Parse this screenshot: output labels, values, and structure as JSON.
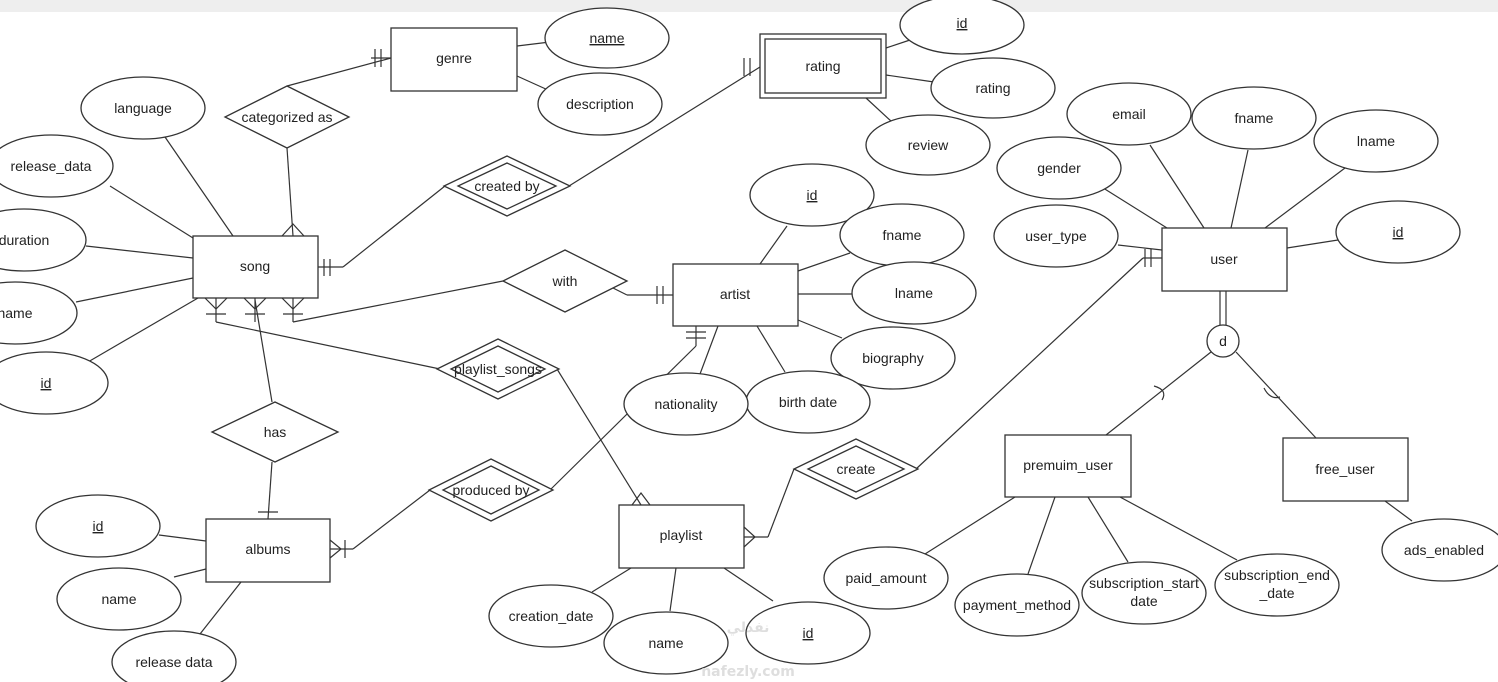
{
  "entities": {
    "genre": "genre",
    "rating": "rating",
    "song": "song",
    "artist": "artist",
    "user": "user",
    "albums": "albums",
    "playlist": "playlist",
    "premium_user": "premuim_user",
    "free_user": "free_user"
  },
  "relationships": {
    "categorized_as": "categorized as",
    "created_by": "created by",
    "with": "with",
    "playlist_songs": "playlist_songs",
    "has": "has",
    "produced_by": "produced by",
    "create": "create"
  },
  "specialization": "d",
  "attributes": {
    "genre_name": "name",
    "genre_description": "description",
    "rating_id": "id",
    "rating_rating": "rating",
    "rating_review": "review",
    "song_language": "language",
    "song_release_data": "release_data",
    "song_duration": "duration",
    "song_name": "name",
    "song_id": "id",
    "artist_id": "id",
    "artist_fname": "fname",
    "artist_lname": "lname",
    "artist_biography": "biography",
    "artist_birth_date": "birth date",
    "artist_nationality": "nationality",
    "user_email": "email",
    "user_fname": "fname",
    "user_lname": "lname",
    "user_gender": "gender",
    "user_type": "user_type",
    "user_id": "id",
    "albums_id": "id",
    "albums_name": "name",
    "albums_release_data": "release data",
    "playlist_creation_date": "creation_date",
    "playlist_name": "name",
    "playlist_id": "id",
    "paid_amount": "paid_amount",
    "payment_method": "payment_method",
    "subscription_start_1": "subscription_start",
    "subscription_start_2": "date",
    "subscription_end_1": "subscription_end",
    "subscription_end_2": "_date",
    "ads_enabled": "ads_enabled"
  },
  "watermark": {
    "arabic": "نفذلي",
    "latin": "nafezly.com"
  }
}
